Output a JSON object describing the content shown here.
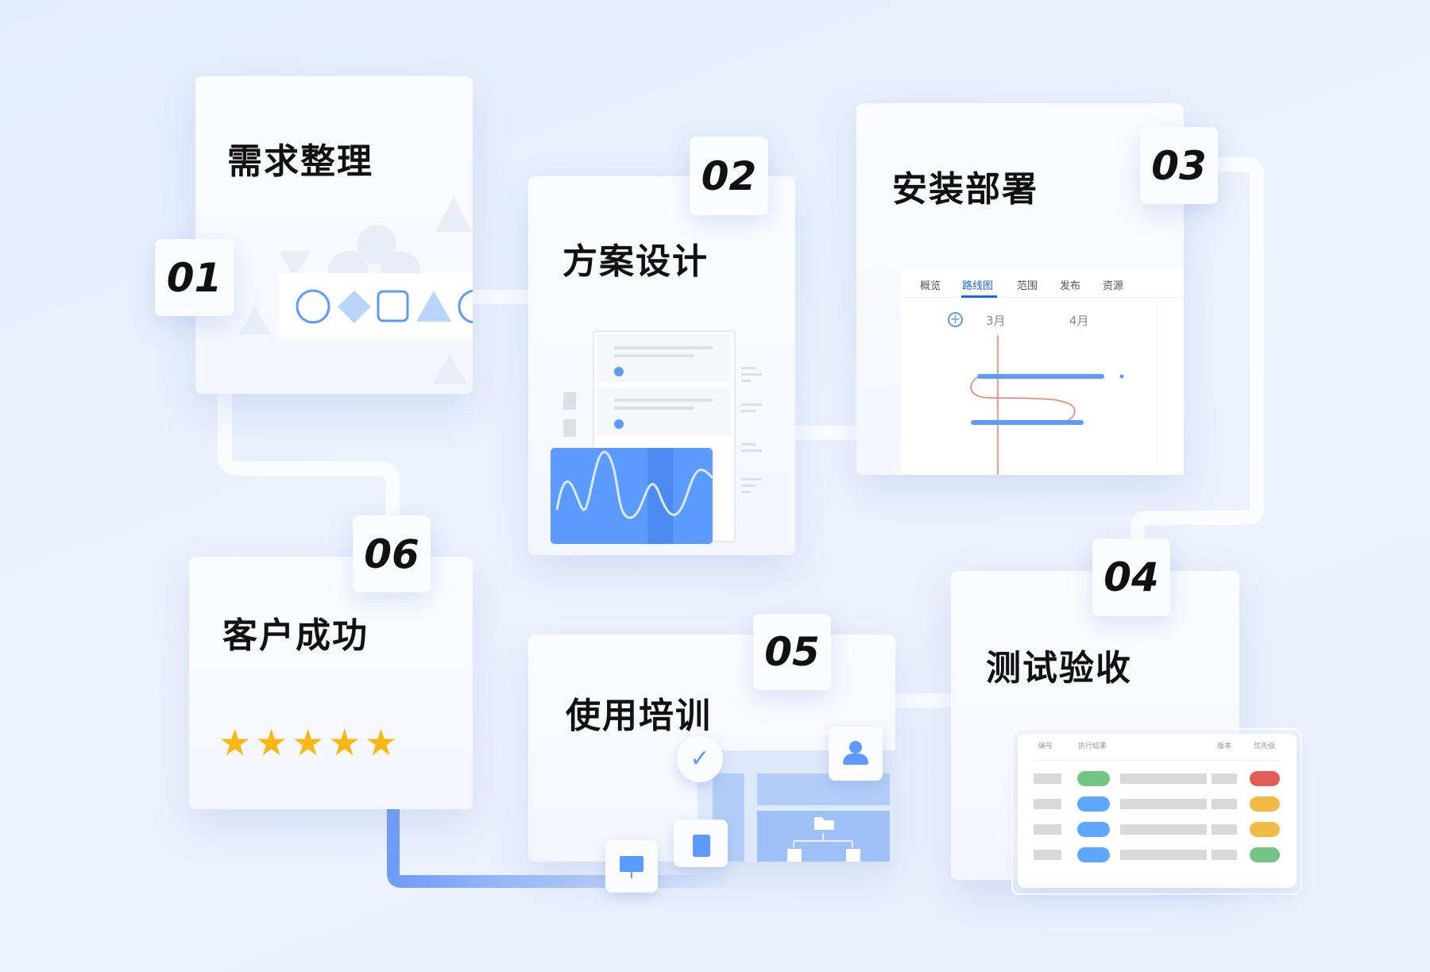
{
  "steps": [
    {
      "number": "01",
      "title": "需求整理"
    },
    {
      "number": "02",
      "title": "方案设计"
    },
    {
      "number": "03",
      "title": "安装部署"
    },
    {
      "number": "04",
      "title": "测试验收"
    },
    {
      "number": "05",
      "title": "使用培训"
    },
    {
      "number": "06",
      "title": "客户成功"
    }
  ],
  "roadmap": {
    "tabs": [
      "概览",
      "路线图",
      "范围",
      "发布",
      "资源"
    ],
    "active_tab": "路线图",
    "months": [
      "3月",
      "4月"
    ]
  },
  "test_table": {
    "headers": [
      "编号",
      "执行结果",
      "版本",
      "优先级"
    ],
    "result_colors": [
      "#72c585",
      "#5ba8ff",
      "#5ba8ff",
      "#5ba8ff"
    ],
    "priority_colors": [
      "#e25c56",
      "#f0bc45",
      "#f0bc45",
      "#72c585"
    ]
  },
  "rating": {
    "stars": 5,
    "max": 5,
    "color": "#fbb714"
  },
  "colors": {
    "accent": "#5b9bff",
    "text": "#111111"
  }
}
